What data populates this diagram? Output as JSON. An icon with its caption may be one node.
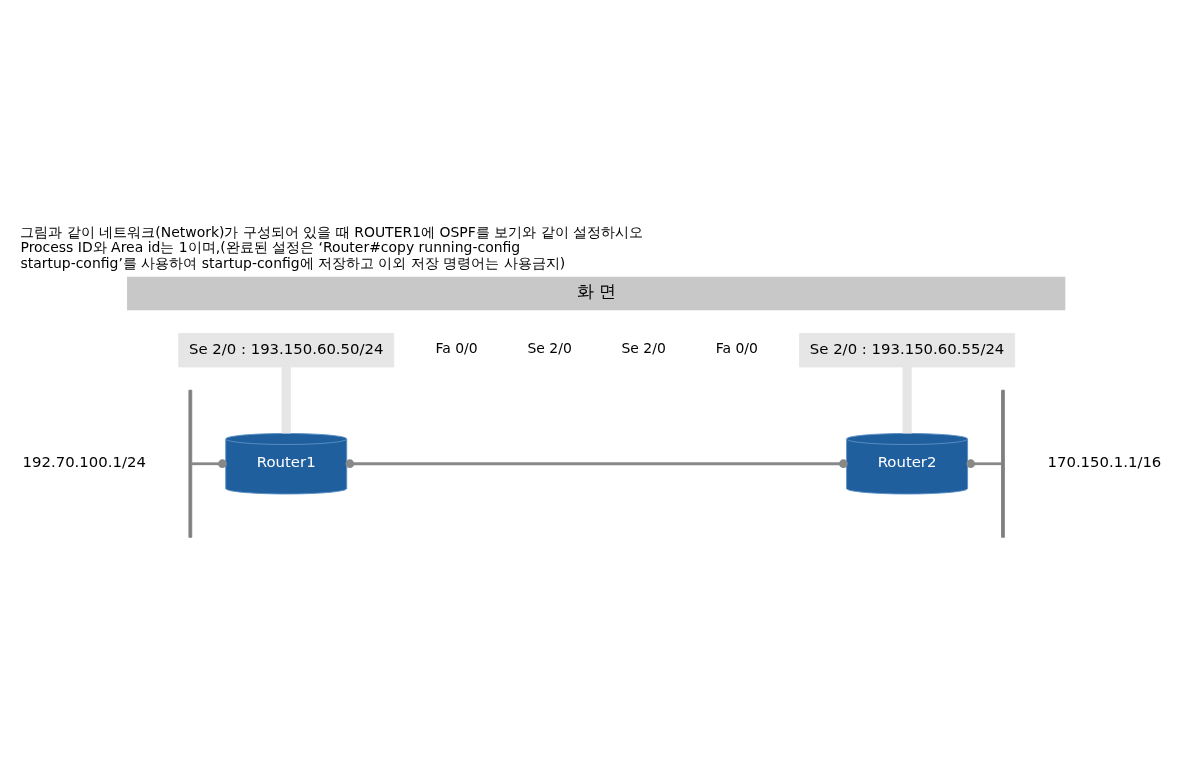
{
  "diagram": {
    "title": "그림과 같이 네트워크(Network)가 구성되어 있을 때 ROUTER1에 OSPF를 보기와 같이 설정하시오 Process ID와 Area id는 1이며,(완료된 설정은 ‘Router#copy running-config startup-config’를 사용하여 startup-config에 저장하고 이외 저장 명령어는 사용금지)",
    "nodes": [
      {
        "text": [],
        "shape": "bar",
        "beside": [
          "192.70.100.1/24"
        ]
      },
      {
        "text": [
          "Se 2/0 : 193.150.60.50/24"
        ]
      },
      {
        "text": [
          "Router1"
        ]
      },
      {
        "text": [
          "Se 2/0 : 193.150.60.55/24"
        ]
      },
      {
        "text": [
          "Router2"
        ]
      },
      {
        "text": [],
        "shape": "bar",
        "beside": [
          "170.150.1.1/16"
        ]
      }
    ],
    "edges": [
      {
        "from": 0,
        "to": 2,
        "arrow": "other"
      },
      {
        "from": 2,
        "to": 4,
        "arrow": "other"
      },
      {
        "from": 4,
        "to": 5,
        "arrow": "other"
      },
      {
        "from": 1,
        "to": 2,
        "arrow": "none",
        "style": "thick",
        "color": "#e6e6e6"
      },
      {
        "from": 3,
        "to": 4,
        "arrow": "none",
        "style": "thick",
        "color": "#e6e6e6"
      }
    ],
    "labels": [
      "화 면",
      "Fa 0/0",
      "Se 2/0",
      "Se 2/0",
      "Fa 0/0"
    ]
  }
}
